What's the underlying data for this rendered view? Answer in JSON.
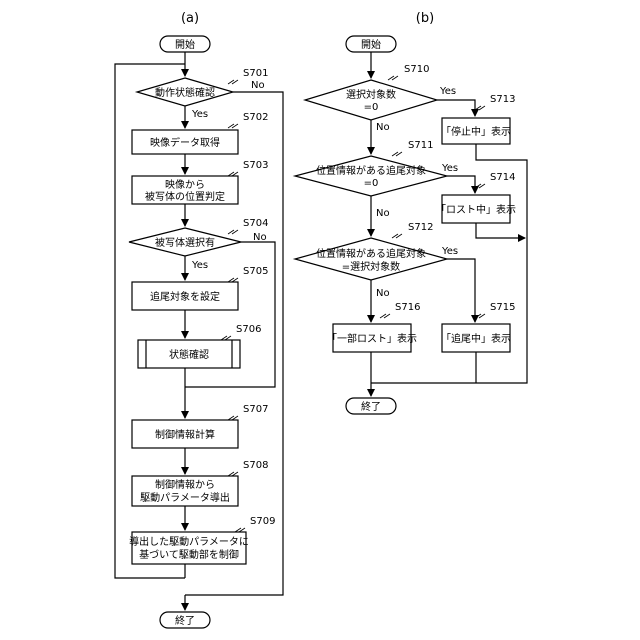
{
  "diagram_a": {
    "panel_label": "(a)",
    "start": "開始",
    "s701": {
      "step": "S701",
      "text": "動作状態確認",
      "yes": "Yes",
      "no": "No"
    },
    "s702": {
      "step": "S702",
      "text": "映像データ取得"
    },
    "s703": {
      "step": "S703",
      "line1": "映像から",
      "line2": "被写体の位置判定"
    },
    "s704": {
      "step": "S704",
      "text": "被写体選択有",
      "yes": "Yes",
      "no": "No"
    },
    "s705": {
      "step": "S705",
      "text": "追尾対象を設定"
    },
    "s706": {
      "step": "S706",
      "text": "状態確認"
    },
    "s707": {
      "step": "S707",
      "text": "制御情報計算"
    },
    "s708": {
      "step": "S708",
      "line1": "制御情報から",
      "line2": "駆動パラメータ導出"
    },
    "s709": {
      "step": "S709",
      "line1": "導出した駆動パラメータに",
      "line2": "基づいて駆動部を制御"
    },
    "end": "終了"
  },
  "diagram_b": {
    "panel_label": "(b)",
    "start": "開始",
    "s710": {
      "step": "S710",
      "line1": "選択対象数",
      "line2": "=0",
      "yes": "Yes",
      "no": "No"
    },
    "s711": {
      "step": "S711",
      "line1": "位置情報がある追尾対象",
      "line2": "=0",
      "yes": "Yes",
      "no": "No"
    },
    "s712": {
      "step": "S712",
      "line1": "位置情報がある追尾対象",
      "line2": "=選択対象数",
      "yes": "Yes",
      "no": "No"
    },
    "s713": {
      "step": "S713",
      "text": "「停止中」表示"
    },
    "s714": {
      "step": "S714",
      "text": "「ロスト中」表示"
    },
    "s715": {
      "step": "S715",
      "text": "「追尾中」表示"
    },
    "s716": {
      "step": "S716",
      "text": "「一部ロスト」表示"
    },
    "end": "終了"
  }
}
